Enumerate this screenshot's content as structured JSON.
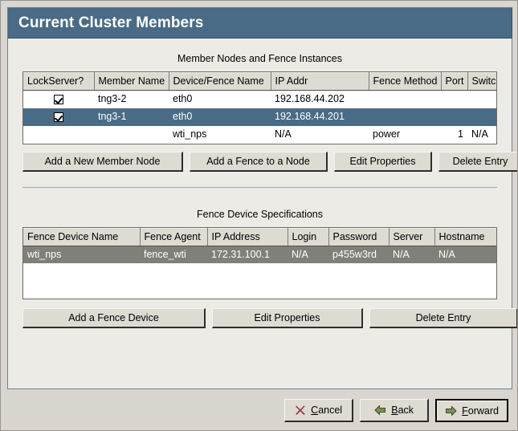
{
  "window": {
    "title": "Current Cluster Members",
    "title_bar_color": "#4a6b86",
    "panel_bg": "#edebe6"
  },
  "member_section": {
    "caption": "Member Nodes and Fence Instances",
    "columns": [
      "LockServer?",
      "Member Name",
      "Device/Fence Name",
      "IP Addr",
      "Fence Method",
      "Port",
      "Switch"
    ],
    "rows": [
      {
        "lockserver": "checked",
        "member_name": "tng3-2",
        "device_fence_name": "eth0",
        "ip_addr": "192.168.44.202",
        "fence_method": "",
        "port": "",
        "switch": "",
        "state": "normal"
      },
      {
        "lockserver": "checked",
        "member_name": "tng3-1",
        "device_fence_name": "eth0",
        "ip_addr": "192.168.44.201",
        "fence_method": "",
        "port": "",
        "switch": "",
        "state": "selected"
      },
      {
        "lockserver": "",
        "member_name": "",
        "device_fence_name": "wti_nps",
        "ip_addr": "N/A",
        "fence_method": "power",
        "port": "1",
        "switch": "N/A",
        "state": "normal"
      }
    ],
    "buttons": [
      {
        "label": "Add a New Member Node"
      },
      {
        "label": "Add a Fence to a Node"
      },
      {
        "label": "Edit Properties"
      },
      {
        "label": "Delete Entry"
      }
    ]
  },
  "fence_section": {
    "caption": "Fence Device Specifications",
    "columns": [
      "Fence Device Name",
      "Fence Agent",
      "IP Address",
      "Login",
      "Password",
      "Server",
      "Hostname"
    ],
    "rows": [
      {
        "fence_device_name": "wti_nps",
        "fence_agent": "fence_wti",
        "ip_address": "172.31.100.1",
        "login": "N/A",
        "password": "p455w3rd",
        "server": "N/A",
        "hostname": "N/A",
        "state": "selected-gray"
      }
    ],
    "buttons": [
      {
        "label": "Add a Fence Device"
      },
      {
        "label": "Edit Properties"
      },
      {
        "label": "Delete Entry"
      }
    ]
  },
  "wizard": {
    "cancel": {
      "label_pre": "",
      "mnemonic": "C",
      "label_post": "ancel",
      "icon": "cancel-x-icon",
      "icon_color": "#99303f"
    },
    "back": {
      "label_pre": "",
      "mnemonic": "B",
      "label_post": "ack",
      "icon": "arrow-left-icon",
      "icon_color": "#7b9154"
    },
    "forward": {
      "label_pre": "",
      "mnemonic": "F",
      "label_post": "orward",
      "icon": "arrow-right-icon",
      "icon_color": "#7b9154"
    }
  }
}
